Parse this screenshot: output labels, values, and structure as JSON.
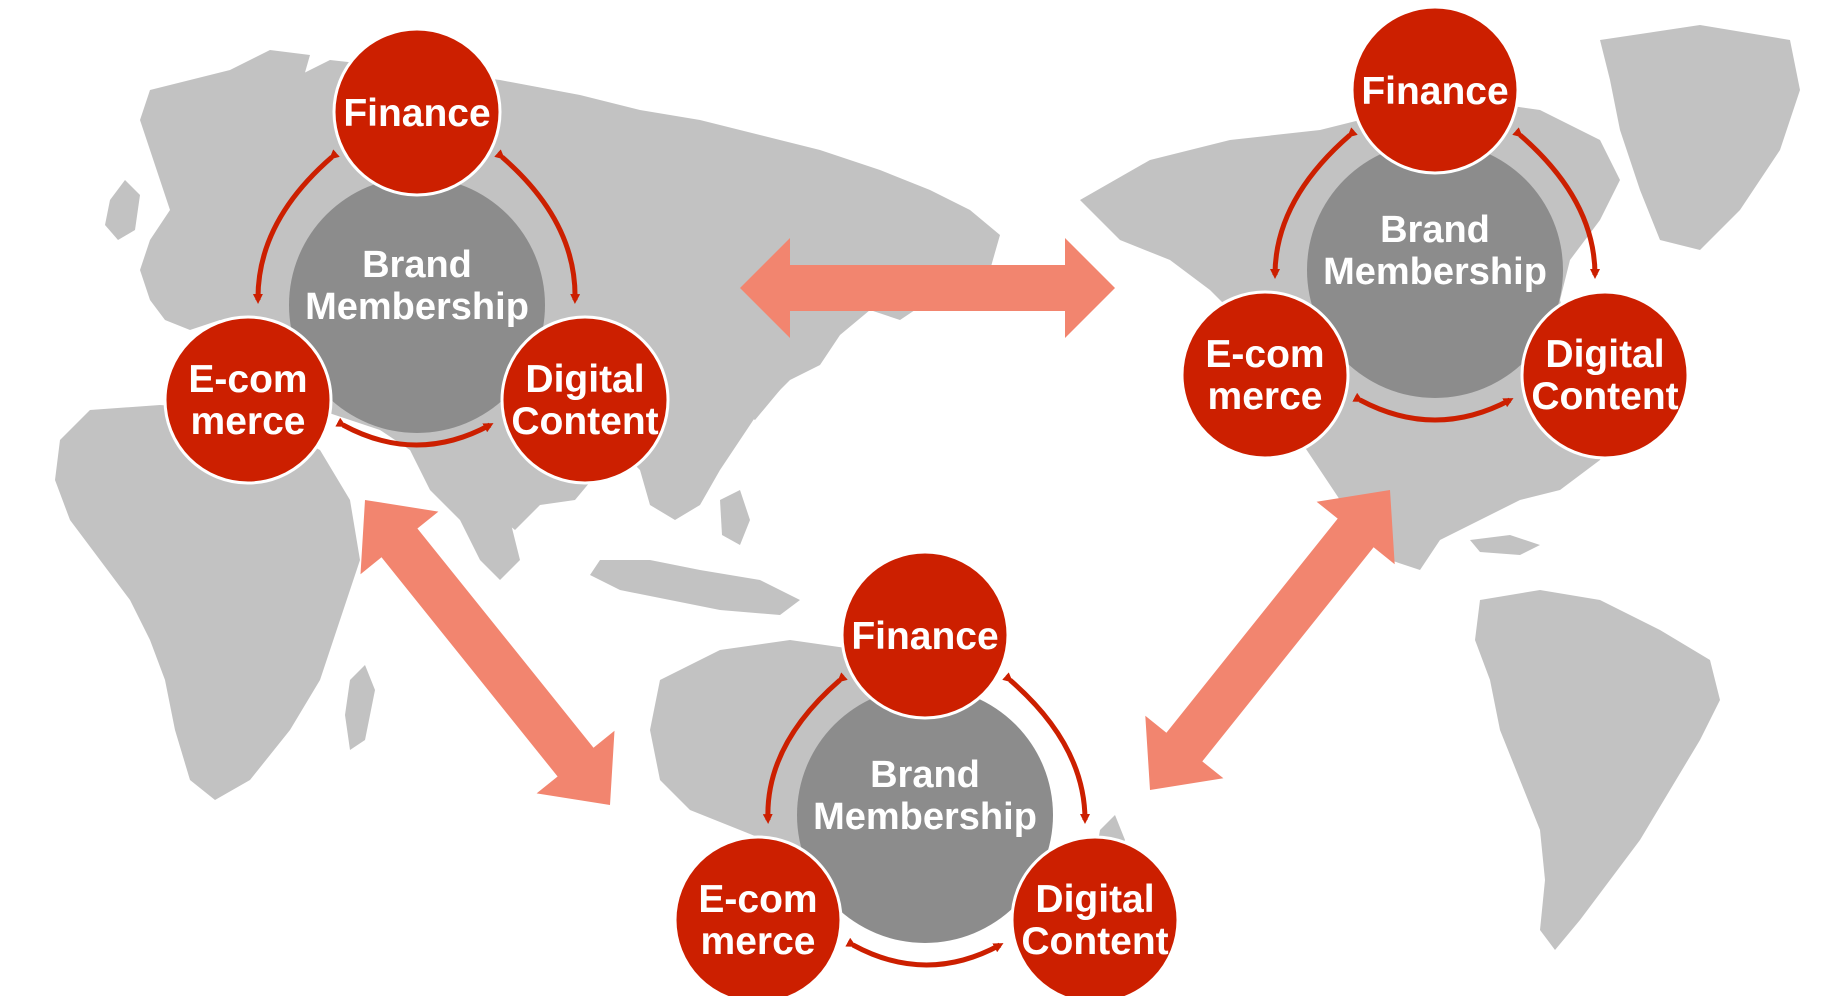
{
  "colors": {
    "land": "#c2c2c2",
    "node": "#cc1f00",
    "node_stroke": "#ffffff",
    "hub": "#8c8c8c",
    "cycle_arrow": "#cc1f00",
    "link_arrow": "#f2856f"
  },
  "icons": [
    "world-map-background",
    "double-headed-arrow",
    "cycle-arrow"
  ],
  "clusters": [
    {
      "id": "asia-europe",
      "hub": {
        "line1": "Brand",
        "line2": "Membership"
      },
      "finance": "Finance",
      "ecommerce": {
        "line1": "E-com",
        "line2": "merce"
      },
      "digital": {
        "line1": "Digital",
        "line2": "Content"
      }
    },
    {
      "id": "americas",
      "hub": {
        "line1": "Brand",
        "line2": "Membership"
      },
      "finance": "Finance",
      "ecommerce": {
        "line1": "E-com",
        "line2": "merce"
      },
      "digital": {
        "line1": "Digital",
        "line2": "Content"
      }
    },
    {
      "id": "oceania",
      "hub": {
        "line1": "Brand",
        "line2": "Membership"
      },
      "finance": "Finance",
      "ecommerce": {
        "line1": "E-com",
        "line2": "merce"
      },
      "digital": {
        "line1": "Digital",
        "line2": "Content"
      }
    }
  ]
}
